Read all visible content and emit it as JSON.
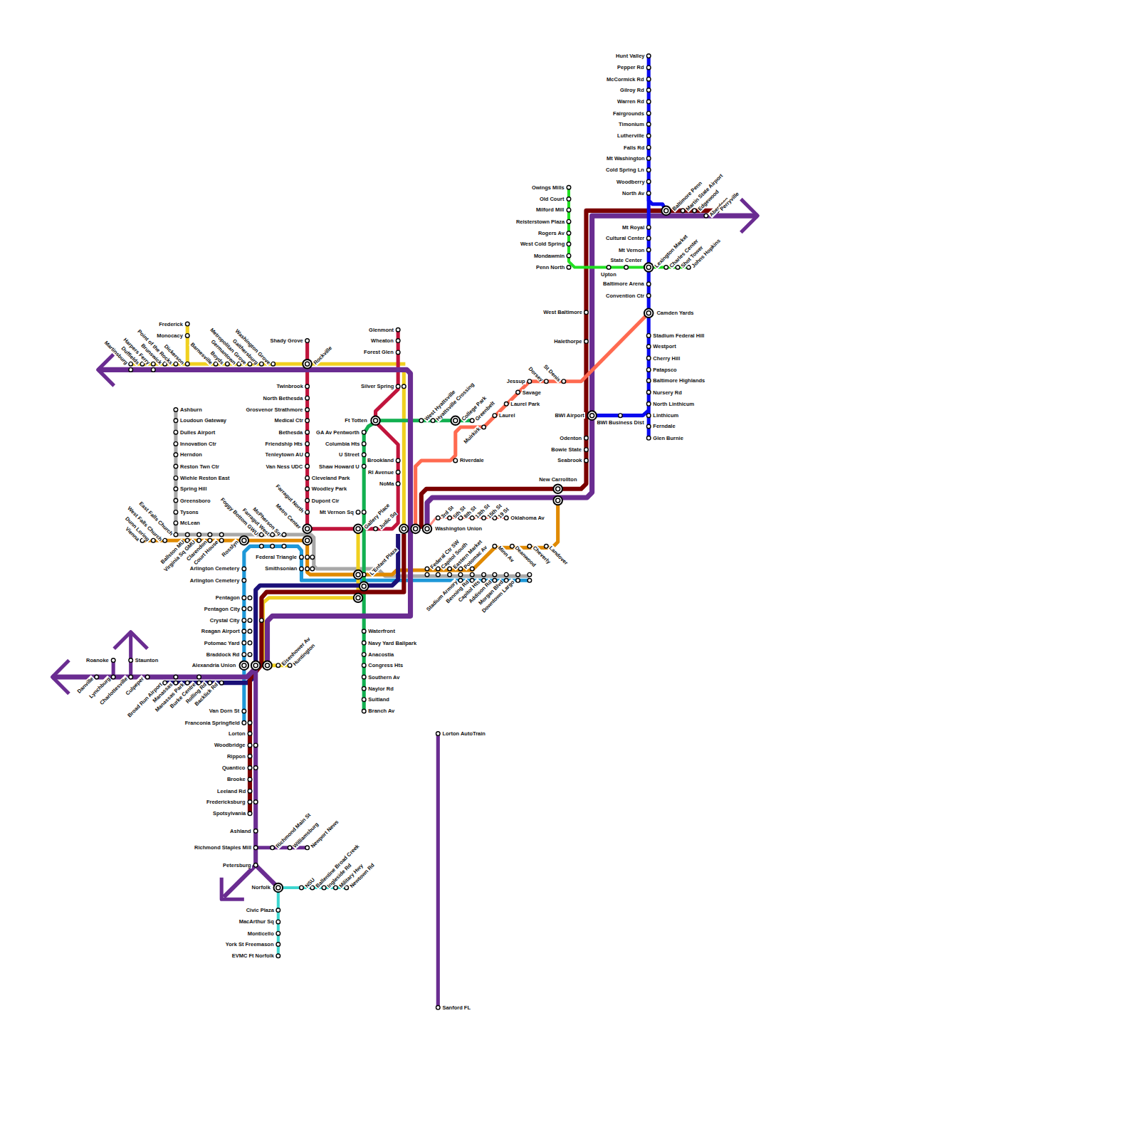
{
  "diagram": {
    "labels": [
      "Hunt Valley",
      "Pepper Rd",
      "McCormick Rd",
      "Gilroy Rd",
      "Warren Rd",
      "Fairgrounds",
      "Timonium",
      "Lutherville",
      "Falls Rd",
      "Mt Washington",
      "Cold Spring Ln",
      "Woodberry",
      "North Av",
      "Baltimore Penn",
      "Martin State Airport",
      "Edgewood",
      "Aberdeen",
      "Perryville",
      "Mt Royal",
      "Cultural Center",
      "Mt Vernon",
      "State Center",
      "Lexington Market",
      "Charles Center",
      "Shot Tower",
      "Johns Hopkins",
      "Upton",
      "Baltimore Arena",
      "Convention Ctr",
      "Camden Yards",
      "Stadium Federal Hill",
      "Westport",
      "Cherry Hill",
      "Patapsco",
      "Baltimore Highlands",
      "Nursery Rd",
      "North Linthicum",
      "Linthicum",
      "Ferndale",
      "Glen Burnie",
      "BWI Airport",
      "BWI Business Dist",
      "Owings Mills",
      "Old Court",
      "Milford Mill",
      "Reisterstown Plaza",
      "Rogers Av",
      "West Cold Spring",
      "Mondawmin",
      "Penn North",
      "West Baltimore",
      "Halethorpe",
      "Odenton",
      "Bowie State",
      "Seabrook",
      "New Carrollton",
      "St Denis",
      "Dorsey",
      "Jessup",
      "Savage",
      "Laurel Park",
      "Laurel",
      "Muirkirk",
      "Greenbelt",
      "College Park",
      "Hyattsville Crossing",
      "West Hyattsville",
      "Riverdale",
      "Shady Grove",
      "Rockville",
      "Twinbrook",
      "North Bethesda",
      "Grosvenor Strathmore",
      "Medical Ctr",
      "Bethesda",
      "Friendship Hts",
      "Tenleytown AU",
      "Van Ness UDC",
      "Cleveland Park",
      "Woodley Park",
      "Dupont Cir",
      "Farragut North",
      "Metro Center",
      "Glenmont",
      "Wheaton",
      "Forest Glen",
      "Silver Spring",
      "Ft Totten",
      "Brookland",
      "RI Avenue",
      "NoMa",
      "Judic Sq",
      "Gallery Place",
      "Washington Union",
      "GA Av Pentworth",
      "Columbia Hts",
      "U Street",
      "Shaw Howard U",
      "Mt Vernon Sq",
      "L'Enfant Plaza",
      "Waterfront",
      "Navy Yard Ballpark",
      "Anacostia",
      "Congress Hts",
      "Southern Av",
      "Naylor Rd",
      "Suitland",
      "Branch Av",
      "Frederick",
      "Monocacy",
      "Martinsburg",
      "Duffields",
      "Harpers Ferry",
      "Brunswick",
      "Point of the Rocks",
      "Dickerson",
      "Barnesville",
      "Boyds",
      "Germantown",
      "Metropolitan Grove",
      "Gaithersburg",
      "Washington Grove",
      "Ashburn",
      "Loudoun Gateway",
      "Dulles Airport",
      "Innovation Ctr",
      "Herndon",
      "Reston Twn Ctr",
      "Wiehle Reston East",
      "Spring Hill",
      "Greensboro",
      "Tysons",
      "McLean",
      "Vienna",
      "Dunn Loring",
      "West Falls Church",
      "East Falls Church",
      "Ballston MU",
      "Virginia Sq GMU",
      "Clarendon",
      "Court House",
      "Rosslyn",
      "Foggy Bottom GWU",
      "Farragut West",
      "McPherson Sq",
      "Federal Triangle",
      "Smithsonian",
      "Arlington Cemetery",
      "Arlington Cemetery",
      "Pentagon",
      "Pentagon City",
      "Crystal City",
      "Reagan Airport",
      "Potomac Yard",
      "Braddock Rd",
      "Alexandria Union",
      "Eisenhower Av",
      "Huntington",
      "Van Dorn St",
      "Franconia Springfield",
      "Lorton",
      "Woodbridge",
      "Rippon",
      "Quantico",
      "Brooke",
      "Leeland Rd",
      "Fredericksburg",
      "Spotsylvania",
      "Ashland",
      "Richmond Staples Mill",
      "Richmond Main St",
      "Williamsburg",
      "Newport News",
      "Petersburg",
      "Norfolk",
      "NSU",
      "Ballentine Broad Creek",
      "Ingleside Rd",
      "Military Hwy",
      "Newtown Rd",
      "Civic Plaza",
      "MacArthur Sq",
      "Monticello",
      "York St Freemason",
      "EVMC Ft Norfolk",
      "Roanoke",
      "Staunton",
      "Danville",
      "Lynchburg",
      "Charlottesville",
      "Culpeper",
      "Broad Run Airport",
      "Manassas",
      "Manassas Park",
      "Burke Centre",
      "Rolling Rd",
      "Backlick Rd",
      "Federal Ctr SW",
      "Capitol South",
      "Eastern Market",
      "Potomac Av",
      "Stadium Armory",
      "Benning Rd",
      "Capitol Hts",
      "Addison Rd",
      "Morgan Blvd",
      "Downtown Largo",
      "Minn Av",
      "Deanwood",
      "Cheverly",
      "Landover",
      "3rd St",
      "5th St",
      "8th St",
      "13th St",
      "15th St",
      "19 St",
      "Oklahoma Av",
      "Lorton AutoTrain",
      "Sanford FL"
    ]
  }
}
